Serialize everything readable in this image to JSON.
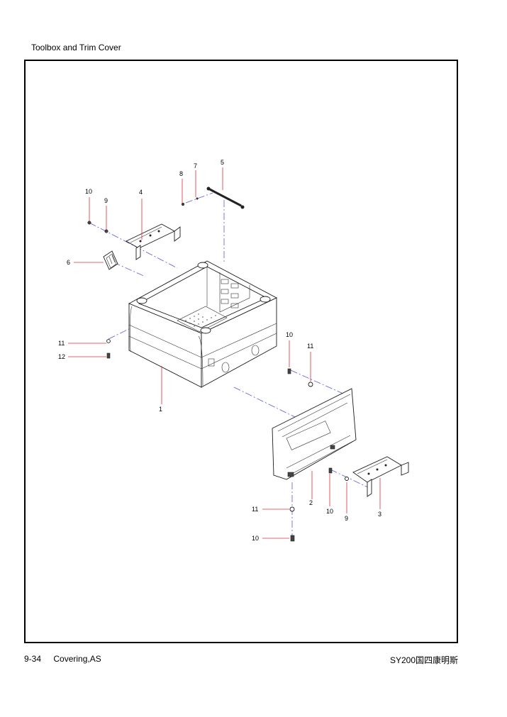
{
  "page": {
    "title": "Toolbox and Trim Cover",
    "page_number": "9-34",
    "section": "Covering,AS",
    "model": "SY200国四康明斯"
  },
  "callouts": [
    {
      "id": "c1",
      "label": "1"
    },
    {
      "id": "c2",
      "label": "2"
    },
    {
      "id": "c3",
      "label": "3"
    },
    {
      "id": "c4",
      "label": "4"
    },
    {
      "id": "c5",
      "label": "5"
    },
    {
      "id": "c6",
      "label": "6"
    },
    {
      "id": "c7",
      "label": "7"
    },
    {
      "id": "c8",
      "label": "8"
    },
    {
      "id": "c9a",
      "label": "9"
    },
    {
      "id": "c9b",
      "label": "9"
    },
    {
      "id": "c10a",
      "label": "10"
    },
    {
      "id": "c10b",
      "label": "10"
    },
    {
      "id": "c10c",
      "label": "10"
    },
    {
      "id": "c10d",
      "label": "10"
    },
    {
      "id": "c11a",
      "label": "11"
    },
    {
      "id": "c11b",
      "label": "11"
    },
    {
      "id": "c11c",
      "label": "11"
    },
    {
      "id": "c12",
      "label": "12"
    }
  ],
  "colors": {
    "leader": "#e0303a",
    "axis": "#5a5ad6",
    "frame": "#000000"
  }
}
